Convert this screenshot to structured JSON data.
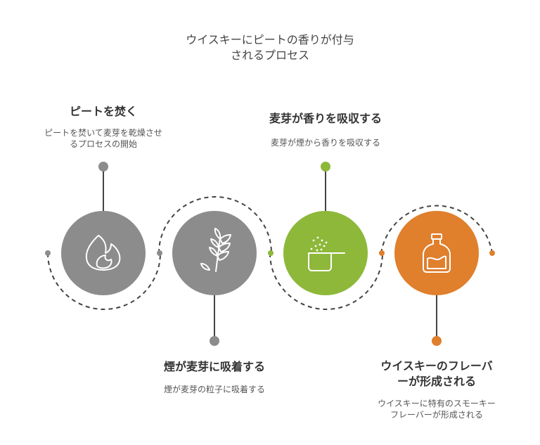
{
  "title": {
    "line1": "ウイスキーにピートの香りが付与",
    "line2": "されるプロセス"
  },
  "colors": {
    "step1": "#8c8c8c",
    "step2": "#8c8c8c",
    "step3": "#8db83a",
    "step4": "#e07f2c",
    "dash": "#444444"
  },
  "steps": [
    {
      "title_lines": [
        "ピートを焚く"
      ],
      "desc_lines": [
        "ピートを焚いて麦芽を乾燥させ",
        "るプロセスの開始"
      ],
      "icon": "fire-icon"
    },
    {
      "title_lines": [
        "煙が麦芽に吸着する"
      ],
      "desc_lines": [
        "煙が麦芽の粒子に吸着する"
      ],
      "icon": "wheat-icon"
    },
    {
      "title_lines": [
        "麦芽が香りを吸収する"
      ],
      "desc_lines": [
        "麦芽が煙から香りを吸収する"
      ],
      "icon": "scoop-icon"
    },
    {
      "title_lines": [
        "ウイスキーのフレーバ",
        "ーが形成される"
      ],
      "desc_lines": [
        "ウイスキーに特有のスモーキー",
        "フレーバーが形成される"
      ],
      "icon": "whisky-bottle-icon"
    }
  ]
}
